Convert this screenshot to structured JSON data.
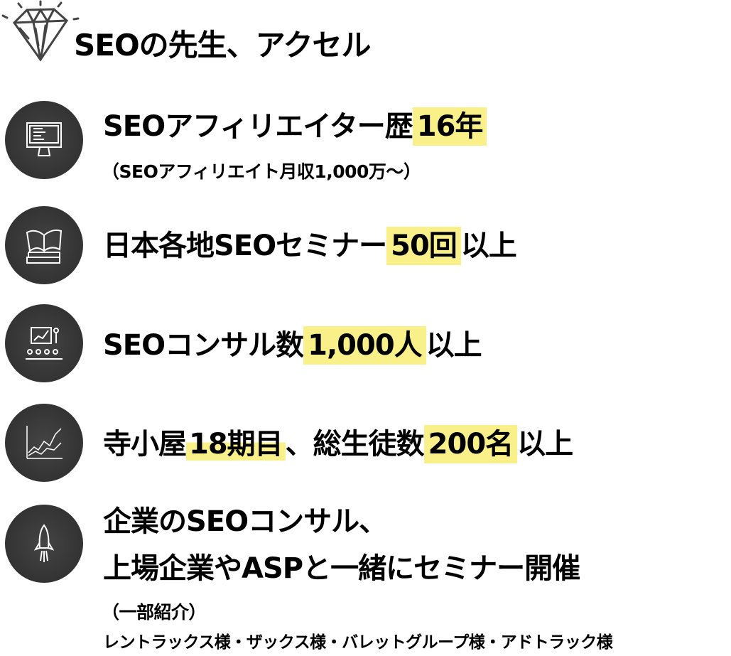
{
  "header": {
    "title": "SEOの先生、アクセル",
    "icon": "diamond-icon"
  },
  "highlight_color": "#f9f08a",
  "items": [
    {
      "icon": "monitor-icon",
      "text_before": "SEOアフィリエイター歴",
      "highlight": "16年",
      "sub": "（SEOアフィリエイト月収1,000万〜）"
    },
    {
      "icon": "books-icon",
      "text_before": "日本各地SEOセミナー",
      "highlight": "50回",
      "text_after": "以上"
    },
    {
      "icon": "presentation-icon",
      "text_before": "SEOコンサル数",
      "highlight": "1,000人",
      "text_after": "以上"
    },
    {
      "icon": "chart-icon",
      "text_before": "寺小屋",
      "highlight": "18期目",
      "text_mid": "、総生徒数",
      "highlight2": "200名",
      "text_after": "以上"
    },
    {
      "icon": "rocket-icon",
      "line1": "企業のSEOコンサル、",
      "line2": "上場企業やASPと一緒にセミナー開催",
      "note": "（一部紹介）",
      "clients": "レントラックス様・ザックス様・バレットグループ様・アドトラック様"
    }
  ]
}
